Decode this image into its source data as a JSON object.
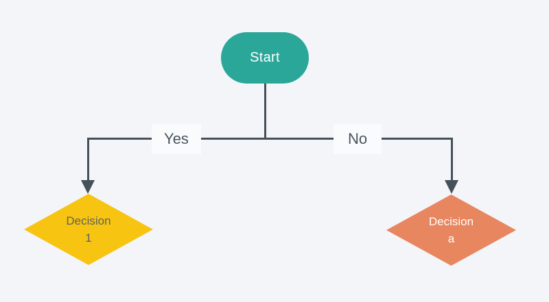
{
  "diagram": {
    "type": "flowchart"
  },
  "colors": {
    "background": "#F4F5F9",
    "connector": "#44505A",
    "start_fill": "#2BA79A",
    "start_text": "#FFFFFF",
    "decision1_fill": "#F6C411",
    "decision1_text": "#60625F",
    "decision2_fill": "#E8865F",
    "decision2_text": "#FFFFFF",
    "edge_label_bg": "#FAFBFD",
    "edge_label_text": "#4A545E"
  },
  "nodes": {
    "start": {
      "label": "Start",
      "shape": "terminator"
    },
    "decision1": {
      "line1": "Decision",
      "line2": "1",
      "shape": "decision"
    },
    "decision2": {
      "line1": "Decision",
      "line2": "a",
      "shape": "decision"
    }
  },
  "edges": {
    "yes": {
      "label": "Yes",
      "from": "Start",
      "to": "Decision 1"
    },
    "no": {
      "label": "No",
      "from": "Start",
      "to": "Decision a"
    }
  }
}
